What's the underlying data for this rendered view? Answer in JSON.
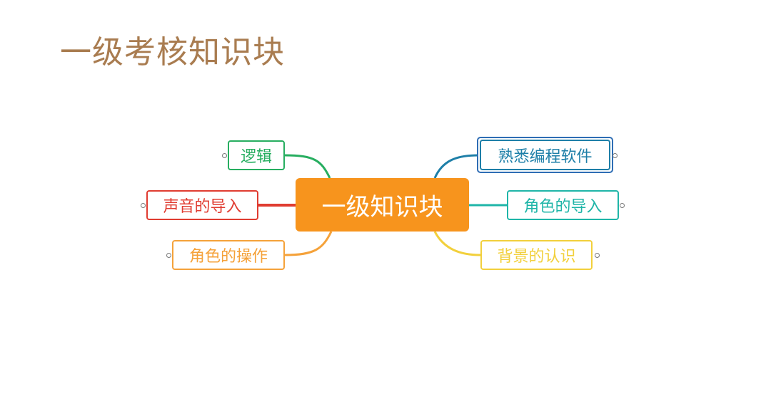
{
  "page": {
    "title": "一级考核知识块"
  },
  "mindmap": {
    "center": {
      "label": "一级知识块",
      "color": "#F7941D"
    },
    "left_branches": [
      {
        "label": "逻辑",
        "color": "#27AE60"
      },
      {
        "label": "声音的导入",
        "color": "#E03C31"
      },
      {
        "label": "角色的操作",
        "color": "#F5A23A"
      }
    ],
    "right_branches": [
      {
        "label": "熟悉编程软件",
        "color": "#1E7FA8",
        "selected": true
      },
      {
        "label": "角色的导入",
        "color": "#1FB5A8"
      },
      {
        "label": "背景的认识",
        "color": "#F2D03C"
      }
    ]
  }
}
